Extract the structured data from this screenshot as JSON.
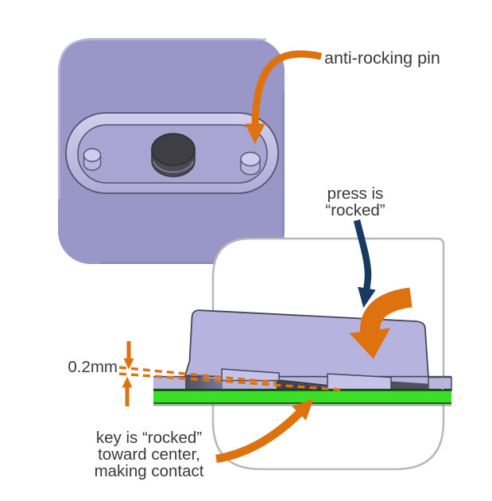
{
  "diagram": {
    "title_context": "anti-rocking pin mechanism diagram",
    "labels": {
      "anti_rocking_pin": "anti-rocking pin",
      "press_rocked": "press is\n“rocked”",
      "dimension_gap": "0.2mm",
      "key_rocked": "key is “rocked”\ntoward center,\nmaking contact"
    },
    "colors": {
      "accent_orange": "#DD720F",
      "accent_navy": "#173A61",
      "housing_purple": "#9996C8",
      "keycap_purple": "#B6B3DF",
      "pcb_green": "#3BDE27",
      "ghost_outline_gray": "#B8B8B8",
      "text_gray": "#3A3A3A"
    },
    "icons": {
      "anti_rocking_arrow": "curved-orange-arrow",
      "press_arrow": "curved-navy-arrow",
      "rotation_arrow": "thick-orange-rotation-arrow",
      "contact_arrow": "curved-orange-arrow",
      "gap_arrows": "orange-dimension-arrows"
    }
  }
}
